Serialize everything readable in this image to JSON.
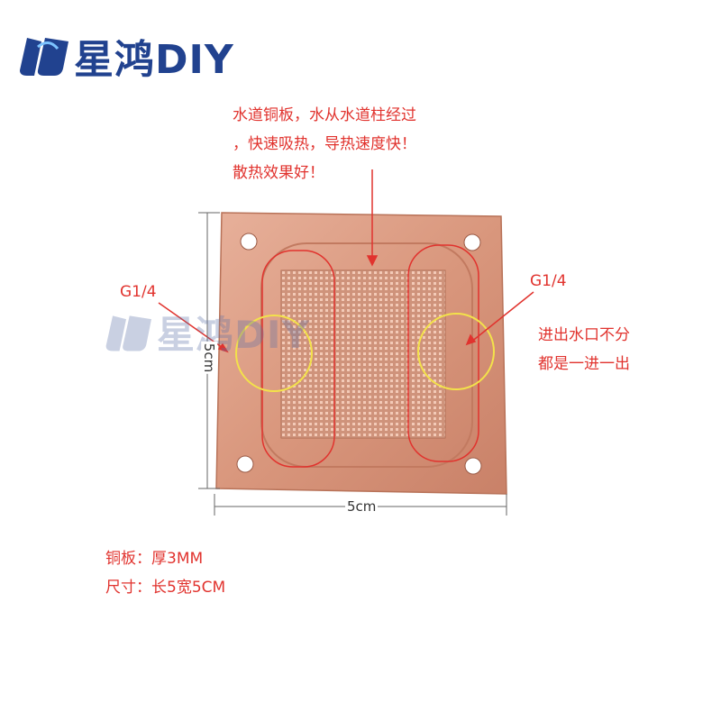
{
  "logo": {
    "text": "星鸿DIY",
    "colors": {
      "primary": "#21428f",
      "accent": "#7cc3ff"
    }
  },
  "watermark": {
    "text": "星鸿DIY"
  },
  "annotation_main": {
    "lines": [
      "水道铜板，水从水道柱经过",
      "，快速吸热，导热速度快！",
      "散热效果好！"
    ]
  },
  "ports": {
    "left_label": "G1/4",
    "right_label": "G1/4"
  },
  "port_note": {
    "lines": [
      "进出水口不分",
      "都是一进一出"
    ]
  },
  "dimensions": {
    "width_label": "5cm",
    "height_label": "5cm"
  },
  "specs": {
    "thickness": "铜板：厚3MM",
    "size": "尺寸：长5宽5CM"
  },
  "colors": {
    "copper": "#d99a80",
    "annotation_red": "#e1332e",
    "highlight_yellow": "#f3e24a"
  }
}
